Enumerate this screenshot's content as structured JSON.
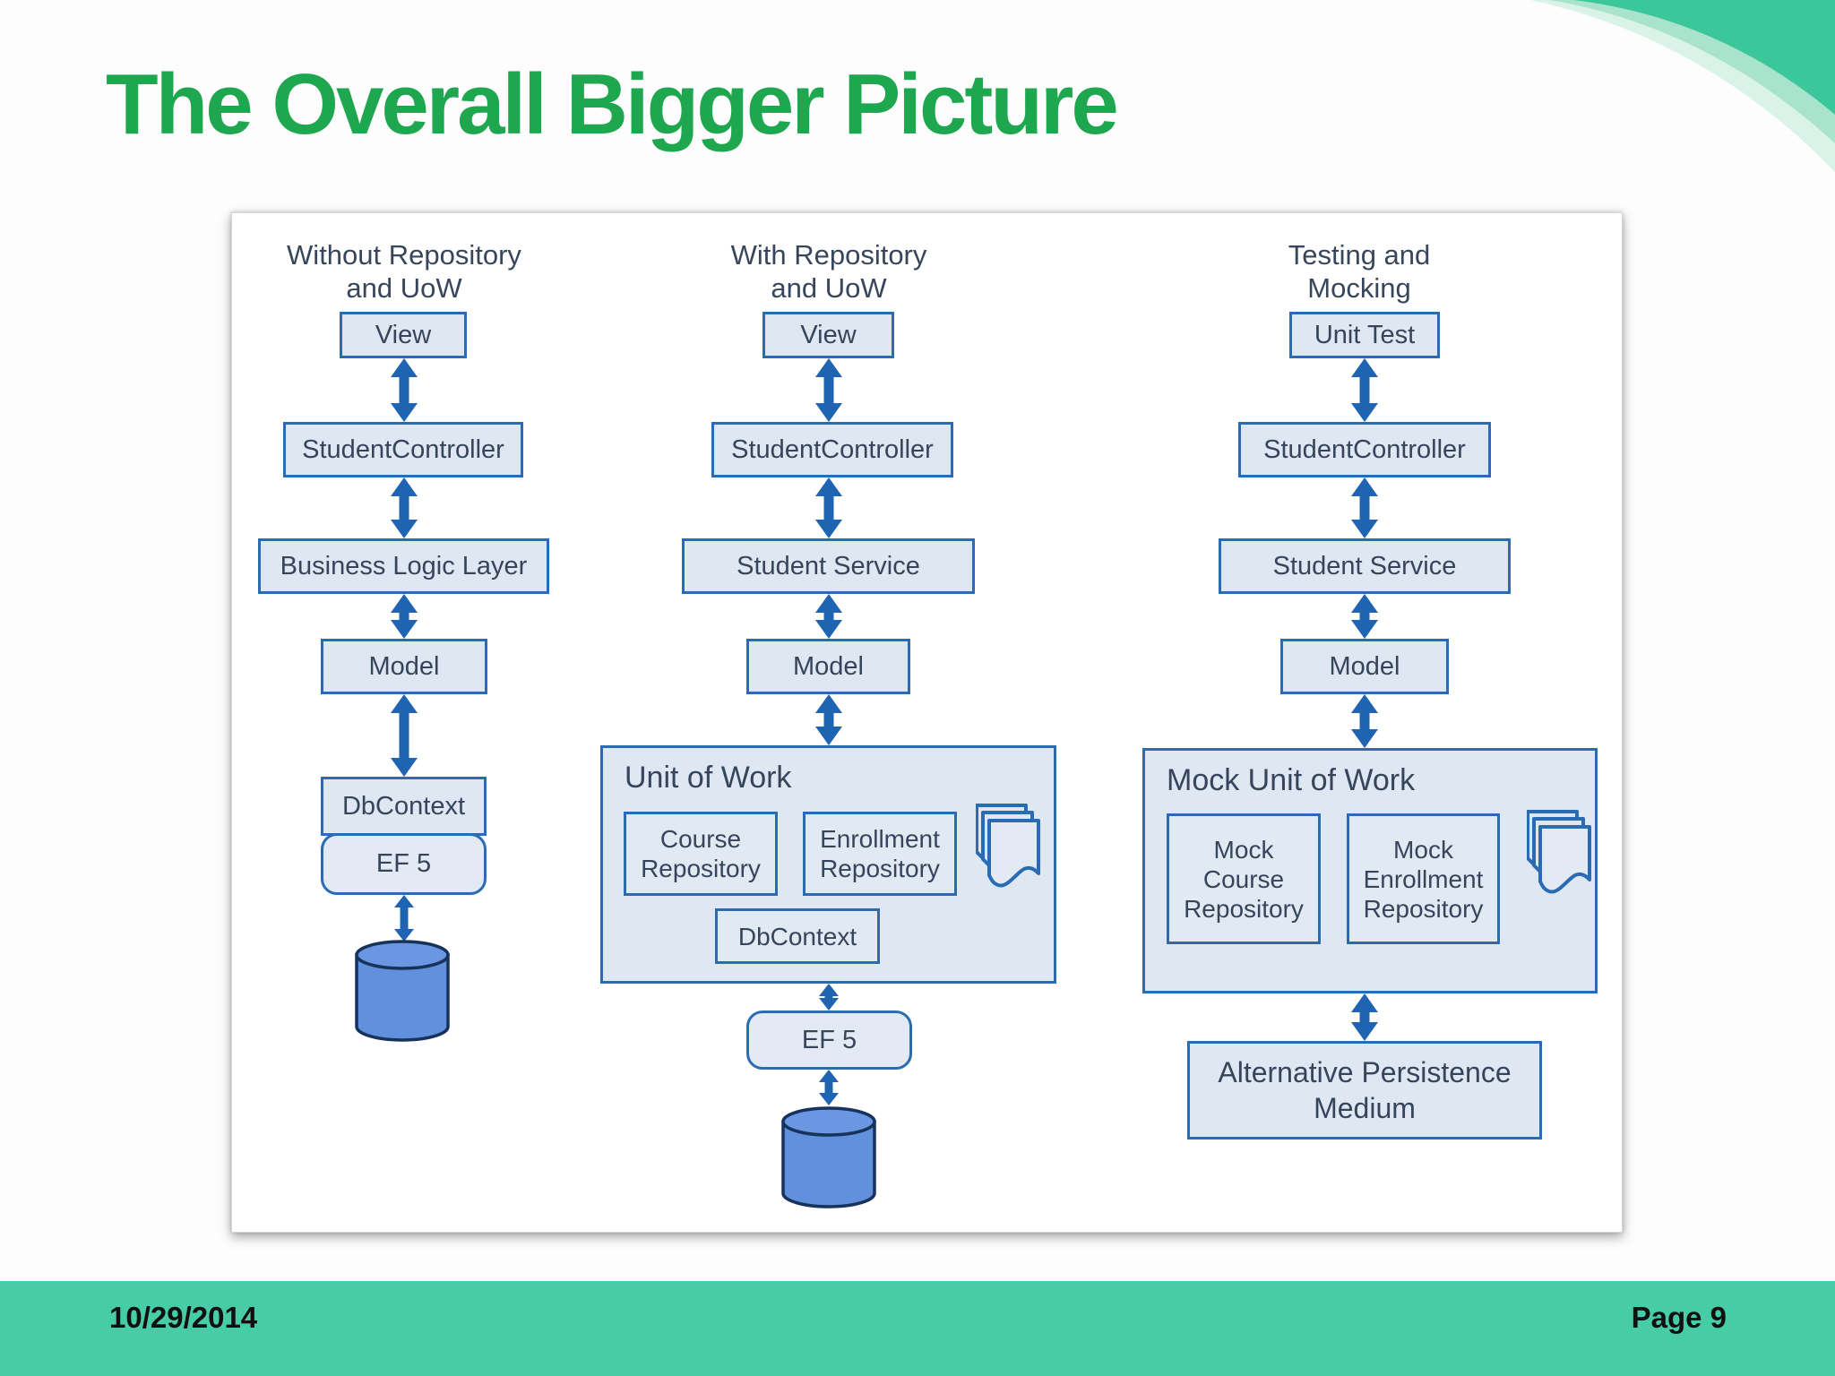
{
  "title": "The Overall Bigger Picture",
  "footer": {
    "date": "10/29/2014",
    "page": "Page 9"
  },
  "columns": {
    "without": {
      "heading": "Without Repository\nand UoW",
      "view": "View",
      "controller": "StudentController",
      "business": "Business Logic Layer",
      "model": "Model",
      "dbcontext": "DbContext",
      "ef": "EF 5"
    },
    "with": {
      "heading": "With Repository\nand UoW",
      "view": "View",
      "controller": "StudentController",
      "service": "Student Service",
      "model": "Model",
      "uow": "Unit of Work",
      "course": "Course\nRepository",
      "enrollment": "Enrollment\nRepository",
      "dbcontext": "DbContext",
      "ef": "EF 5"
    },
    "testing": {
      "heading": "Testing and\nMocking",
      "unit_test": "Unit Test",
      "controller": "StudentController",
      "service": "Student Service",
      "model": "Model",
      "uow": "Mock Unit of Work",
      "course": "Mock\nCourse\nRepository",
      "enrollment": "Mock\nEnrollment\nRepository",
      "alt": "Alternative Persistence\nMedium"
    }
  },
  "icons": {
    "documents": "documents-icon",
    "database": "database-cylinder-icon",
    "corner": "corner-decoration-icon",
    "arrow": "double-arrow-icon"
  },
  "colors": {
    "title_green": "#1FA750",
    "footer_teal": "#46CDA8",
    "corner_teal_dark": "#3CC79B",
    "corner_teal_light": "#A9E3CE",
    "corner_teal_faint": "#D9F3E9",
    "box_fill": "#DEE7F2",
    "box_border": "#2A6CB3",
    "arrow_blue": "#1F64B2",
    "cylinder_blue": "#6190DC",
    "text_ink": "#36455C"
  }
}
